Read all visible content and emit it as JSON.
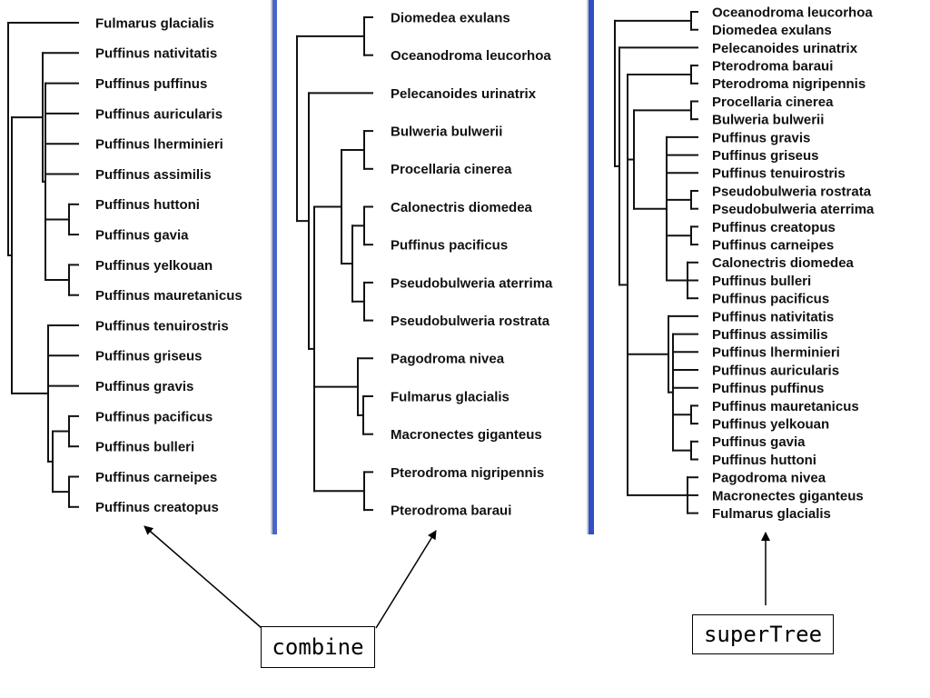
{
  "colors": {
    "branch": "#111111",
    "divider": "#4a66c4",
    "divider_shade": "#c9c9c9",
    "label": "#111111"
  },
  "tree1": {
    "taxa": [
      "Fulmarus glacialis",
      "Puffinus nativitatis",
      "Puffinus puffinus",
      "Puffinus auricularis",
      "Puffinus lherminieri",
      "Puffinus assimilis",
      "Puffinus huttoni",
      "Puffinus gavia",
      "Puffinus yelkouan",
      "Puffinus mauretanicus",
      "Puffinus tenuirostris",
      "Puffinus griseus",
      "Puffinus gravis",
      "Puffinus pacificus",
      "Puffinus bulleri",
      "Puffinus carneipes",
      "Puffinus creatopus"
    ]
  },
  "tree2": {
    "taxa": [
      "Diomedea exulans",
      "Oceanodroma leucorhoa",
      "Pelecanoides urinatrix",
      "Bulweria bulwerii",
      "Procellaria cinerea",
      "Calonectris diomedea",
      "Puffinus pacificus",
      "Pseudobulweria aterrima",
      "Pseudobulweria rostrata",
      "Pagodroma nivea",
      "Fulmarus glacialis",
      "Macronectes giganteus",
      "Pterodroma nigripennis",
      "Pterodroma baraui"
    ]
  },
  "tree3": {
    "taxa": [
      "Oceanodroma leucorhoa",
      "Diomedea exulans",
      "Pelecanoides urinatrix",
      "Pterodroma baraui",
      "Pterodroma nigripennis",
      "Procellaria cinerea",
      "Bulweria bulwerii",
      "Puffinus gravis",
      "Puffinus griseus",
      "Puffinus tenuirostris",
      "Pseudobulweria rostrata",
      "Pseudobulweria aterrima",
      "Puffinus creatopus",
      "Puffinus carneipes",
      "Calonectris diomedea",
      "Puffinus bulleri",
      "Puffinus pacificus",
      "Puffinus nativitatis",
      "Puffinus assimilis",
      "Puffinus lherminieri",
      "Puffinus auricularis",
      "Puffinus puffinus",
      "Puffinus mauretanicus",
      "Puffinus yelkouan",
      "Puffinus gavia",
      "Puffinus huttoni",
      "Pagodroma nivea",
      "Macronectes giganteus",
      "Fulmarus glacialis"
    ]
  },
  "annotations": {
    "combine": "combine",
    "supertree": "superTree"
  }
}
